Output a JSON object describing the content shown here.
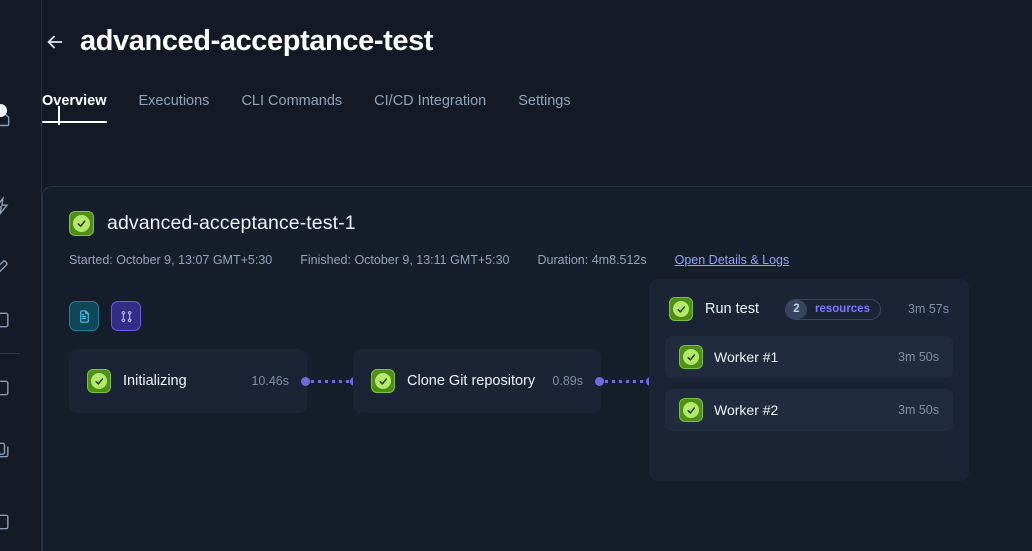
{
  "header": {
    "back_icon": "arrow-left-icon",
    "title": "advanced-acceptance-test"
  },
  "tabs": [
    {
      "label": "Overview",
      "active": true
    },
    {
      "label": "Executions",
      "active": false
    },
    {
      "label": "CLI Commands",
      "active": false
    },
    {
      "label": "CI/CD Integration",
      "active": false
    },
    {
      "label": "Settings",
      "active": false
    }
  ],
  "execution": {
    "status_icon": "check-circle-icon",
    "name": "advanced-acceptance-test-1",
    "meta": {
      "started": "Started: October 9, 13:07 GMT+5:30",
      "finished": "Finished: October 9, 13:11 GMT+5:30",
      "duration": "Duration: 4m8.512s",
      "details_link": "Open Details & Logs"
    }
  },
  "artifact_buttons": [
    {
      "icon": "file-document-icon",
      "accent": "#4fc3e8"
    },
    {
      "icon": "git-branch-icon",
      "accent": "#b9b2ff"
    }
  ],
  "pipeline": {
    "nodes": [
      {
        "status_icon": "check-circle-icon",
        "label": "Initializing",
        "duration": "10.46s"
      },
      {
        "status_icon": "check-circle-icon",
        "label": "Clone Git repository",
        "duration": "0.89s"
      }
    ],
    "group": {
      "status_icon": "check-circle-icon",
      "label": "Run test",
      "badge": {
        "count": "2",
        "label": "resources"
      },
      "duration": "3m 57s",
      "children": [
        {
          "status_icon": "check-circle-icon",
          "label": "Worker #1",
          "duration": "3m 50s"
        },
        {
          "status_icon": "check-circle-icon",
          "label": "Worker #2",
          "duration": "3m 50s"
        }
      ]
    }
  },
  "colors": {
    "page_background": "#131a26",
    "card_background": "#161e2c",
    "node_background": "#1b2434",
    "status_green": "#7bc23a",
    "connector_purple": "#6f6ae0",
    "link_blue": "#8ea4ff",
    "badge_purple": "#7c79ff"
  }
}
